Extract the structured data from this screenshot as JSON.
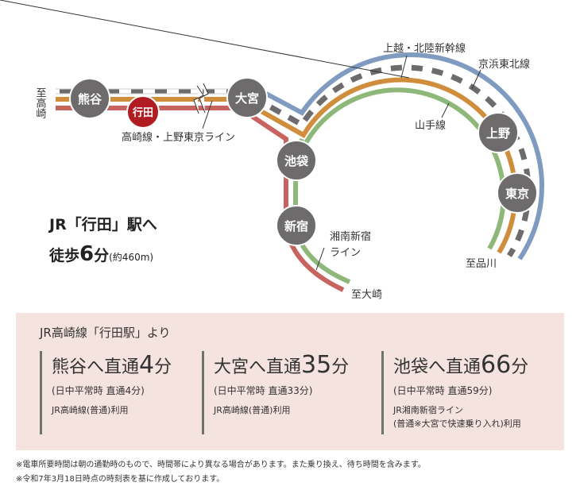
{
  "map": {
    "stations": {
      "kumagaya": "熊谷",
      "gyoda": "行田",
      "omiya": "大宮",
      "ikebukuro": "池袋",
      "shinjuku": "新宿",
      "ueno": "上野",
      "tokyo": "東京"
    },
    "labels": {
      "to_takasaki": "至高崎",
      "takasaki_line": "高崎線・上野東京ライン",
      "shinkansen": "上越・北陸新幹線",
      "keihin": "京浜東北線",
      "yamanote": "山手線",
      "shonan_1": "湘南新宿",
      "shonan_2": "ライン",
      "to_osaki": "至大崎",
      "to_shinagawa": "至品川"
    },
    "colors": {
      "blue": "#7f9bbf",
      "orange": "#d08e3c",
      "red": "#c76460",
      "green": "#8db879",
      "gray": "#6d6b6b",
      "gyoda": "#b01c22",
      "station": "#6d6b6b"
    }
  },
  "walk": {
    "line1": "JR「行田」駅へ",
    "prefix": "徒歩",
    "minutes": "6",
    "unit": "分",
    "distance": "(約460m)"
  },
  "panel": {
    "title": "JR高崎線「行田駅」より",
    "routes": [
      {
        "dest": "熊谷へ直通",
        "min": "4",
        "unit": "分",
        "sub": "(日中平常時 直通4分)",
        "use1": "JR高崎線(普通)利用",
        "use2": ""
      },
      {
        "dest": "大宮へ直通",
        "min": "35",
        "unit": "分",
        "sub": "(日中平常時 直通33分)",
        "use1": "JR高崎線(普通)利用",
        "use2": ""
      },
      {
        "dest": "池袋へ直通",
        "min": "66",
        "unit": "分",
        "sub": "(日中平常時 直通59分)",
        "use1": "JR湘南新宿ライン",
        "use2": "(普通※大宮で快速乗り入れ)利用"
      }
    ]
  },
  "notes": [
    "※電車所要時間は朝の通勤時のもので、時間帯により異なる場合があります。また乗り換え、待ち時間を含みます。",
    "※令和7年3月18日時点の時刻表を基に作成しております。"
  ]
}
